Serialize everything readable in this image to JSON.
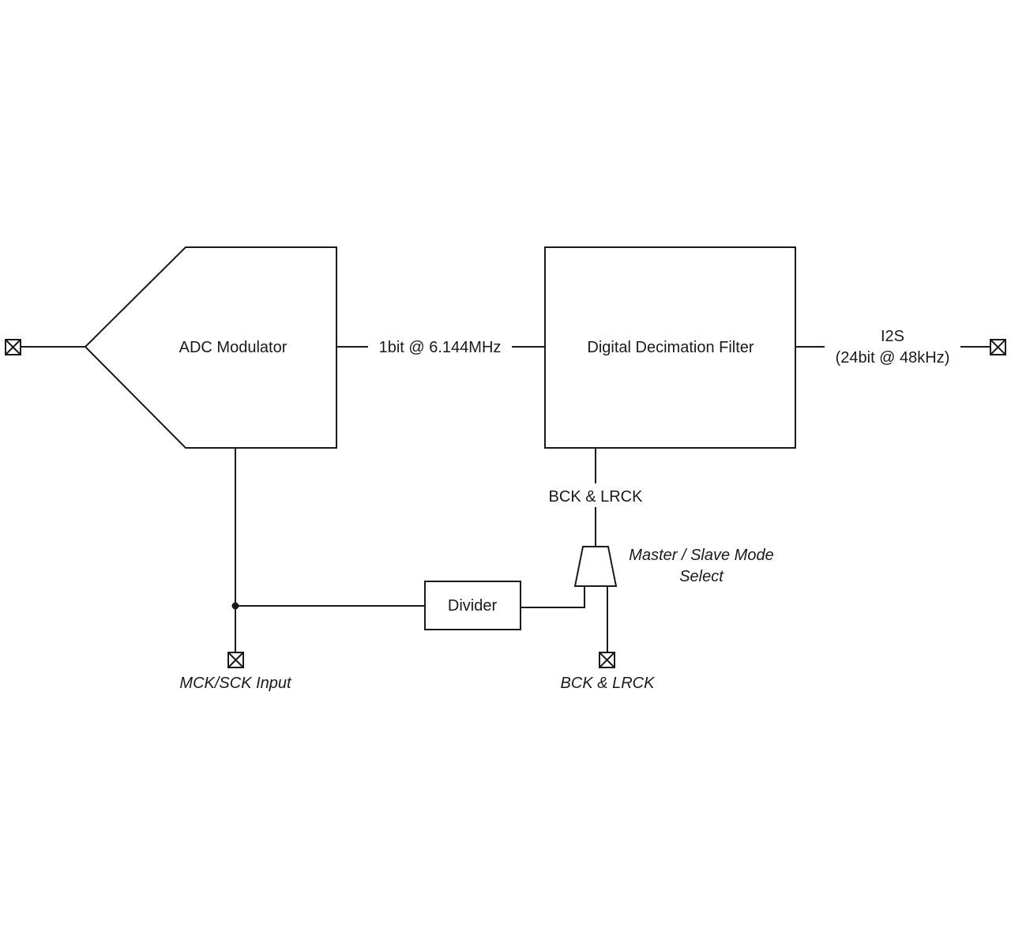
{
  "blocks": {
    "adc_modulator": "ADC Modulator",
    "decimation_filter": "Digital Decimation Filter",
    "divider": "Divider"
  },
  "signals": {
    "modulator_output": "1bit @ 6.144MHz",
    "i2s_line1": "I2S",
    "i2s_line2": "(24bit @ 48kHz)",
    "bck_lrck_internal": "BCK & LRCK",
    "mode_select_line1": "Master / Slave Mode",
    "mode_select_line2": "Select"
  },
  "pins": {
    "mck_input": "MCK/SCK Input",
    "bck_lrck_pin": "BCK & LRCK"
  }
}
